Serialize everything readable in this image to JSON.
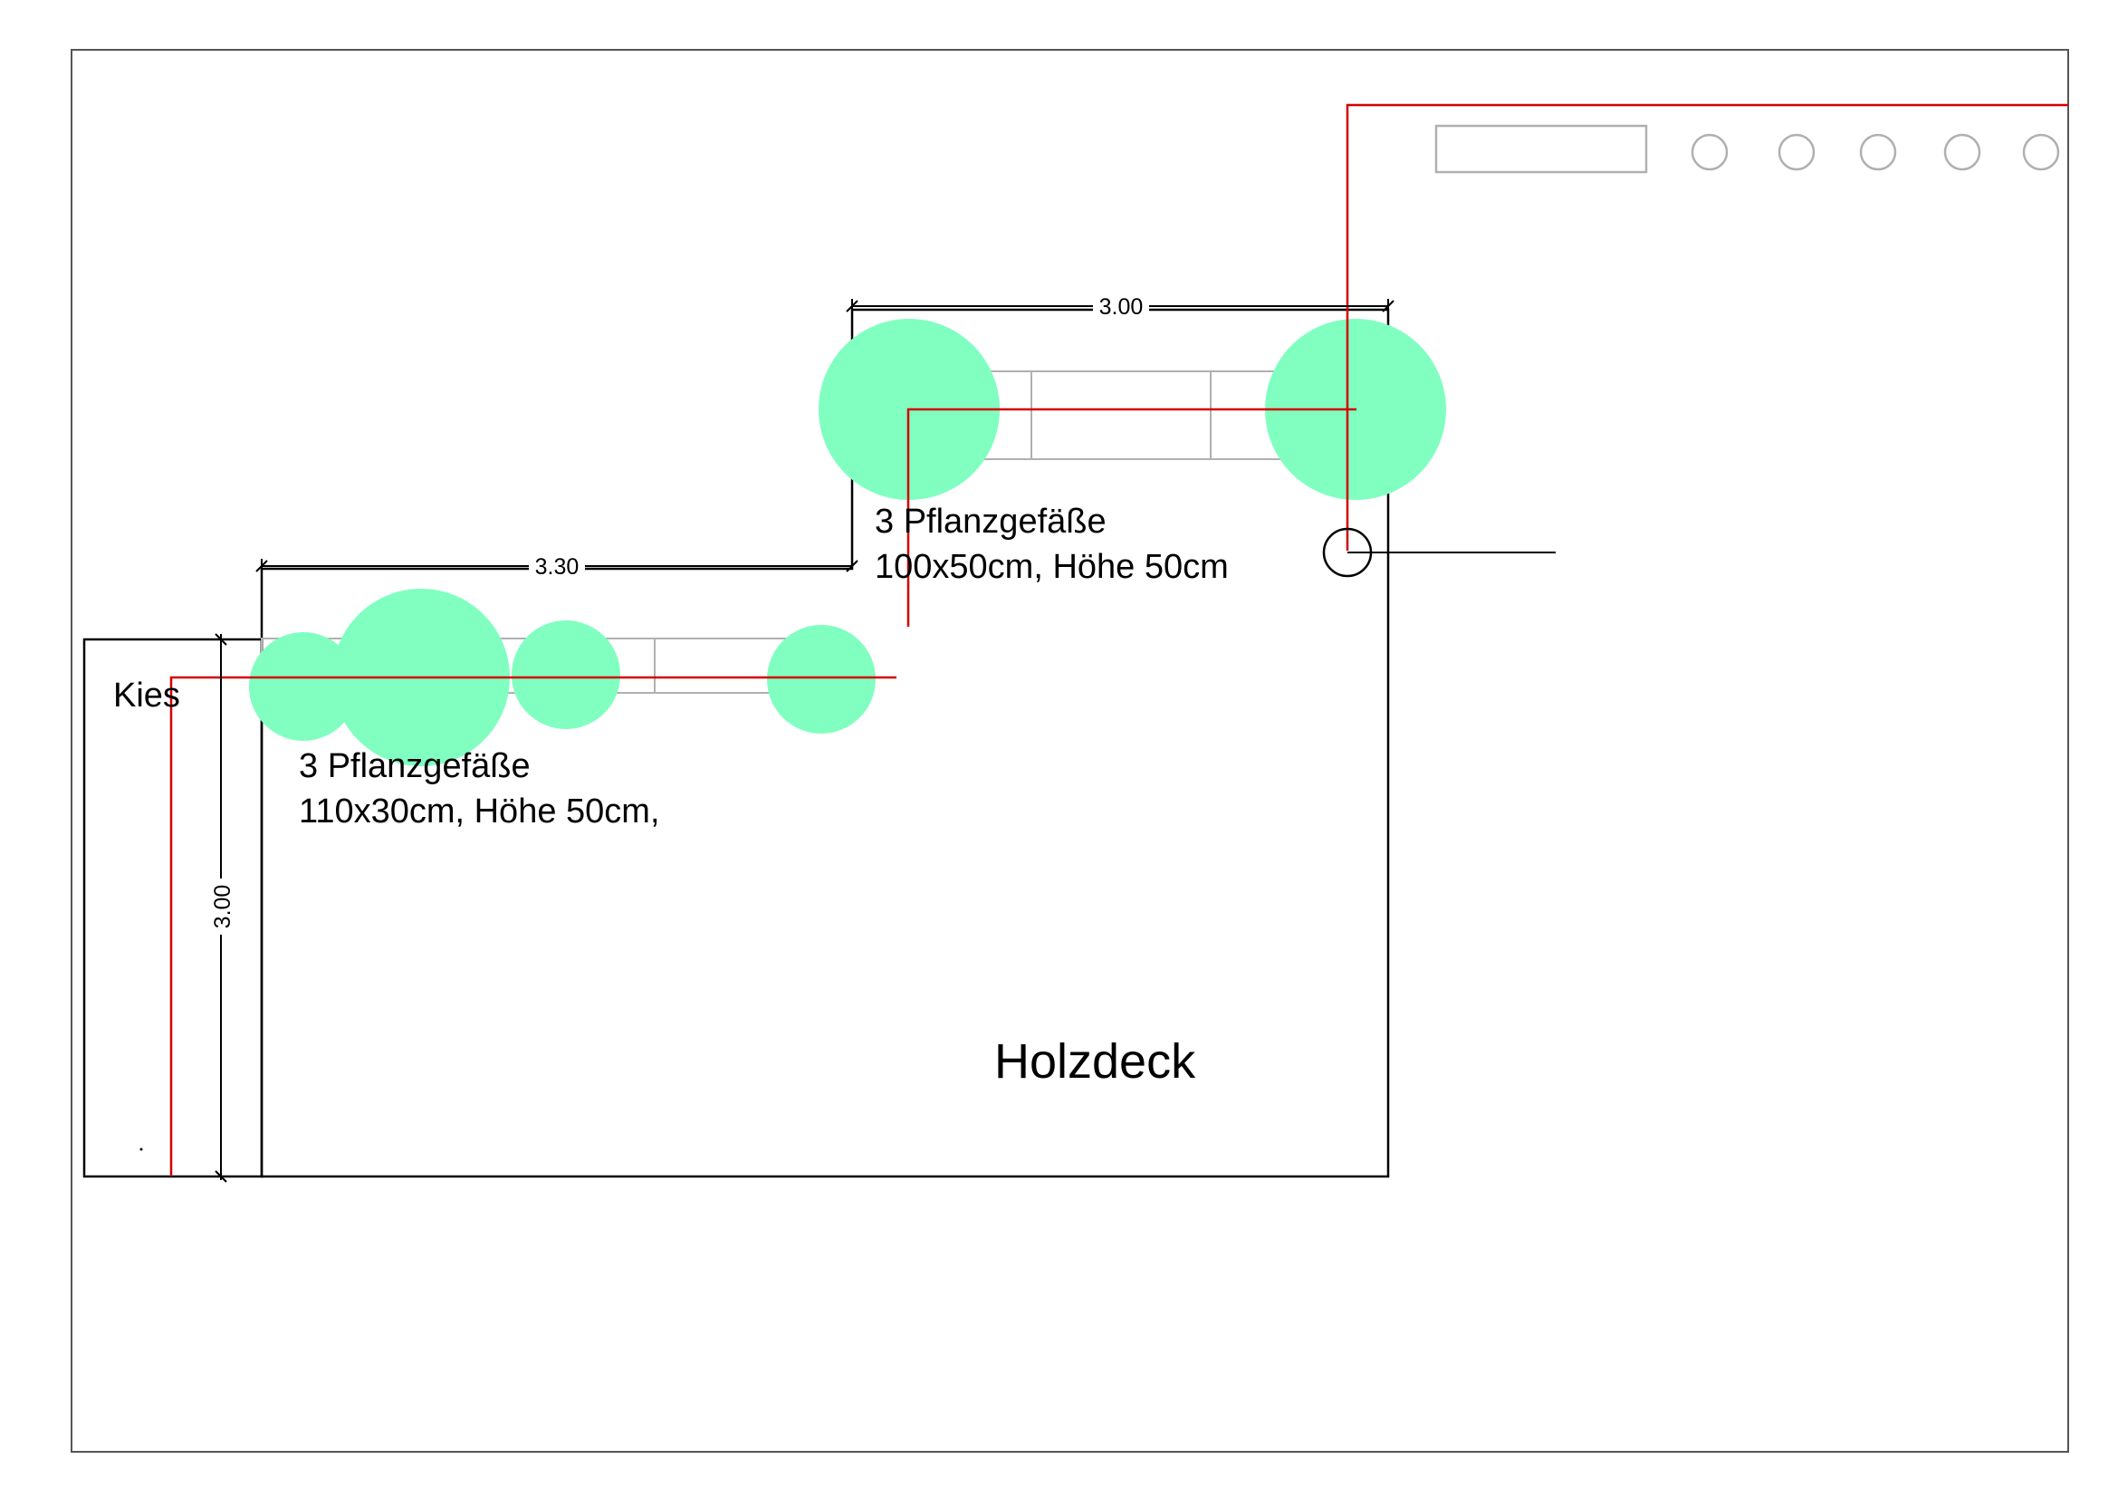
{
  "labels": {
    "kies": "Kies",
    "holzdeck": "Holzdeck",
    "planters_upper_line1": "3 Pflanzgefäße",
    "planters_upper_line2": "100x50cm, Höhe 50cm",
    "planters_lower_line1": "3 Pflanzgefäße",
    "planters_lower_line2": "110x30cm, Höhe 50cm,"
  },
  "dimensions": {
    "upper_width": "3.00",
    "lower_width": "3.30",
    "height": "3.00"
  },
  "colors": {
    "plant": "#80ffc0",
    "red_line": "#d40000",
    "line": "#000000",
    "frame": "#555555",
    "grey": "#b0b0b0"
  }
}
